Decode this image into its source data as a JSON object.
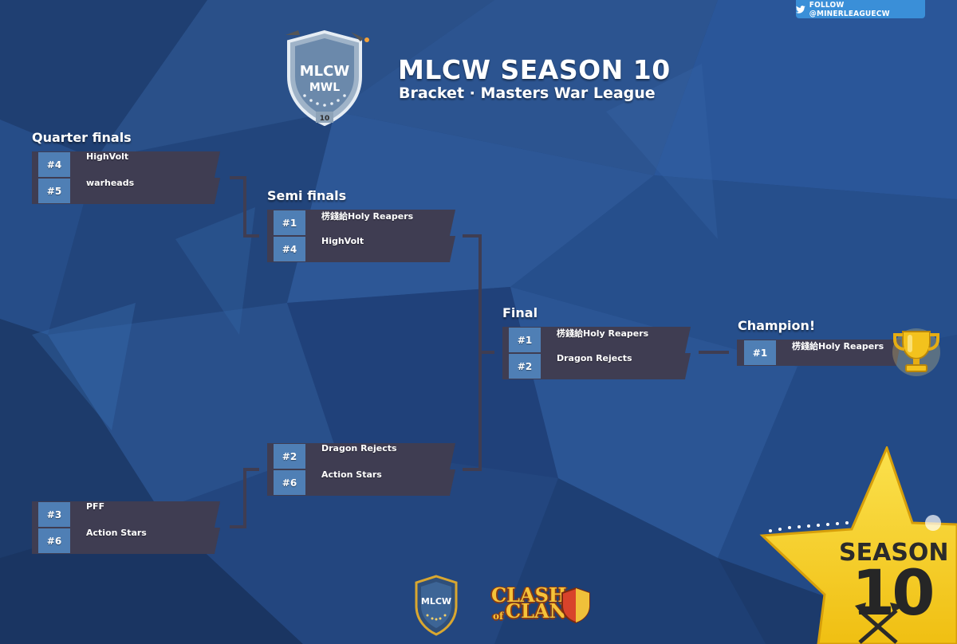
{
  "follow_button": {
    "label": "FOLLOW @MINERLEAGUECW",
    "icon": "twitter-icon"
  },
  "header": {
    "title": "MLCW SEASON 10",
    "subtitle": "Bracket · Masters War League",
    "logo": {
      "line1": "MLCW",
      "line2": "MWL",
      "number": "10"
    }
  },
  "rounds": {
    "quarter_finals": {
      "label": "Quarter finals",
      "matches": [
        [
          {
            "seed": "#4",
            "team": "HighVolt"
          },
          {
            "seed": "#5",
            "team": "warheads"
          }
        ],
        [
          {
            "seed": "#3",
            "team": "PFF"
          },
          {
            "seed": "#6",
            "team": "Action Stars"
          }
        ]
      ]
    },
    "semi_finals": {
      "label": "Semi finals",
      "matches": [
        [
          {
            "seed": "#1",
            "team": "㭶錢給Holy Reapers"
          },
          {
            "seed": "#4",
            "team": "HighVolt"
          }
        ],
        [
          {
            "seed": "#2",
            "team": "Dragon Rejects"
          },
          {
            "seed": "#6",
            "team": "Action Stars"
          }
        ]
      ]
    },
    "final": {
      "label": "Final",
      "matches": [
        [
          {
            "seed": "#1",
            "team": "㭶錢給Holy Reapers"
          },
          {
            "seed": "#2",
            "team": "Dragon Rejects"
          }
        ]
      ]
    },
    "champion": {
      "label": "Champion!",
      "entry": {
        "seed": "#1",
        "team": "㭶錢給Holy Reapers"
      },
      "icon": "trophy-icon"
    }
  },
  "footer": {
    "mlcw_badge": "MLCW",
    "coc_logo": {
      "line1": "CLASH",
      "of": "of",
      "line2": "CLANS"
    }
  },
  "season_star": {
    "label": "SEASON",
    "number": "10",
    "icon": "pickaxe-shovel-icon"
  },
  "colors": {
    "background": "#24497f",
    "row": "#3f3d52",
    "seed": "#4f7fb5",
    "connector": "#3f3d52",
    "star": "#f6cf1c",
    "follow": "#3a8fd8"
  }
}
